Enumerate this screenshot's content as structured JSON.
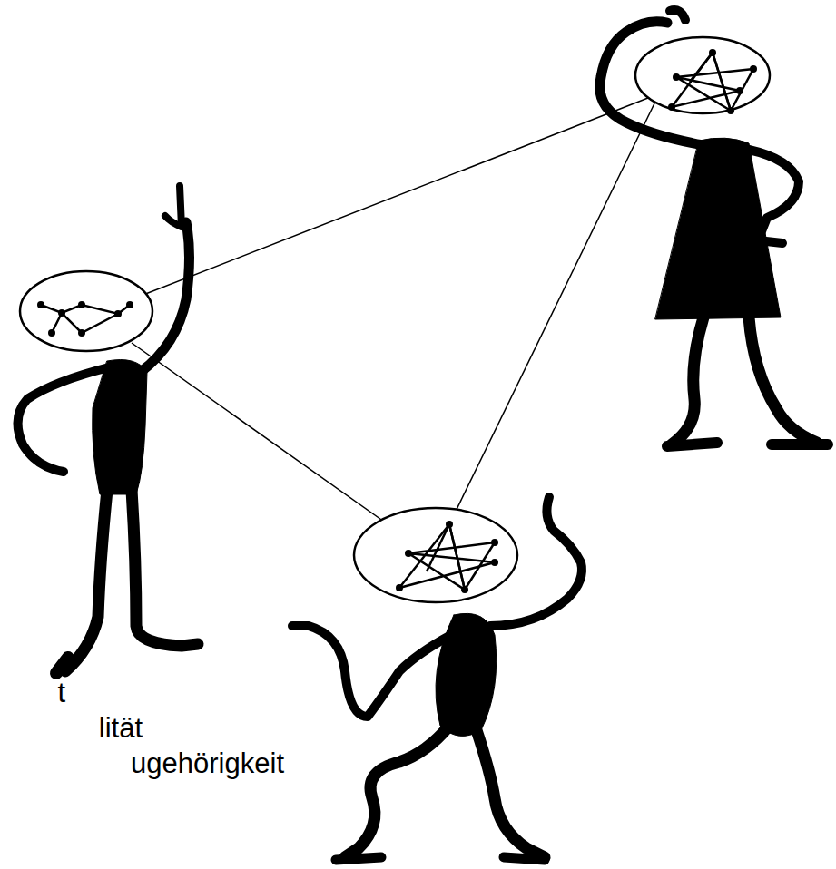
{
  "diagram": {
    "labels": [
      "t",
      "lität",
      "ugehörigkeit"
    ]
  }
}
